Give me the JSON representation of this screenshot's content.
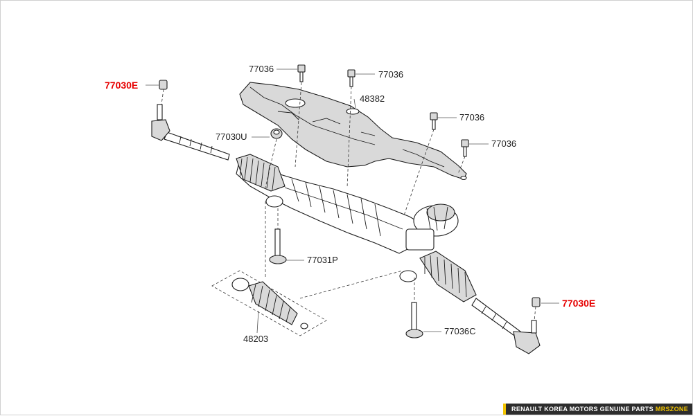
{
  "labels": {
    "tie_rod_end_left": "77030E",
    "bolt_top_center": "77036",
    "bolt_top_right": "77036",
    "heat_shield": "48382",
    "nut_inner": "77030U",
    "bolt_right_1": "77036",
    "bolt_right_2": "77036",
    "bolt_long_left": "77031P",
    "boot_kit": "48203",
    "tie_rod_end_right": "77030E",
    "bolt_long_right": "77036C"
  },
  "footer": {
    "brand": "RENAULT KOREA MOTORS GENUINE PARTS",
    "site": "MRSZONE"
  },
  "colors": {
    "highlight": "#e60000",
    "footer_bg": "#2d2d2d",
    "footer_accent": "#f2c400"
  }
}
